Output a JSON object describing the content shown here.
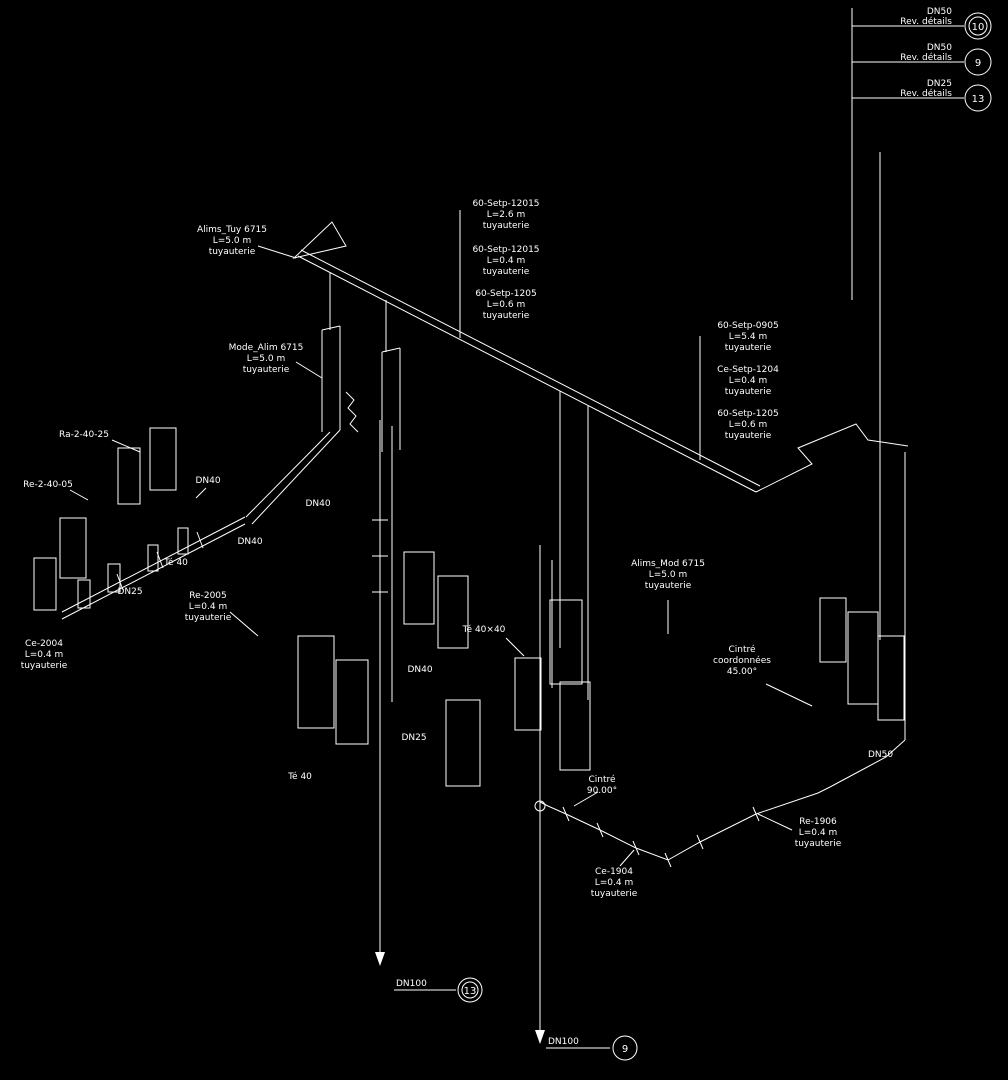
{
  "diagram": {
    "type": "isometric-piping-drawing",
    "background_color": "#000000",
    "line_color": "#ffffff",
    "callouts_top": [
      {
        "label_lines": [
          "DN50",
          "Rev. détails"
        ],
        "number": "10"
      },
      {
        "label_lines": [
          "DN50",
          "Rev. détails"
        ],
        "number": "9"
      },
      {
        "label_lines": [
          "DN25",
          "Rev. détails"
        ],
        "number": "13"
      }
    ],
    "callouts_bottom": [
      {
        "label": "DN100",
        "number": "13"
      },
      {
        "label": "DN100",
        "number": "9"
      }
    ],
    "labels": [
      {
        "id": "alims_tuy",
        "lines": [
          "Alims_Tuy 6715",
          "L=5.0 m",
          "tuyauterie"
        ]
      },
      {
        "id": "stack1a",
        "lines": [
          "60-Setp-12015",
          "L=2.6 m",
          "tuyauterie"
        ]
      },
      {
        "id": "stack1b",
        "lines": [
          "60-Setp-12015",
          "L=0.4 m",
          "tuyauterie"
        ]
      },
      {
        "id": "stack1c",
        "lines": [
          "60-Setp-1205",
          "L=0.6 m",
          "tuyauterie"
        ]
      },
      {
        "id": "mode_alim",
        "lines": [
          "Mode_Alim 6715",
          "L=5.0 m",
          "tuyauterie"
        ]
      },
      {
        "id": "stack2a",
        "lines": [
          "60-Setp-0905",
          "L=5.4 m",
          "tuyauterie"
        ]
      },
      {
        "id": "stack2b",
        "lines": [
          "Ce-Setp-1204",
          "L=0.4 m",
          "tuyauterie"
        ]
      },
      {
        "id": "stack2c",
        "lines": [
          "60-Setp-1205",
          "L=0.6 m",
          "tuyauterie"
        ]
      },
      {
        "id": "alims_mod",
        "lines": [
          "Alims_Mod 6715",
          "L=5.0 m",
          "tuyauterie"
        ]
      },
      {
        "id": "cintre45",
        "lines": [
          "Cintré",
          "coordonnées",
          "45.00°"
        ]
      },
      {
        "id": "ra_tag",
        "lines": [
          "Ra-2-40-25"
        ]
      },
      {
        "id": "re_tag",
        "lines": [
          "Re-2-40-05"
        ]
      },
      {
        "id": "dn40_a",
        "lines": [
          "DN40"
        ]
      },
      {
        "id": "dn40_b",
        "lines": [
          "DN40"
        ]
      },
      {
        "id": "te40_a",
        "lines": [
          "Té 40"
        ]
      },
      {
        "id": "dn25_a",
        "lines": [
          "DN25"
        ]
      },
      {
        "id": "re2005",
        "lines": [
          "Re-2005",
          "L=0.4 m",
          "tuyauterie"
        ]
      },
      {
        "id": "ce2004",
        "lines": [
          "Ce-2004",
          "L=0.4 m",
          "tuyauterie"
        ]
      },
      {
        "id": "dn40_c",
        "lines": [
          "DN40"
        ]
      },
      {
        "id": "te4040",
        "lines": [
          "Té 40×40"
        ]
      },
      {
        "id": "dn40_d",
        "lines": [
          "DN40"
        ]
      },
      {
        "id": "dn25_b",
        "lines": [
          "DN25"
        ]
      },
      {
        "id": "te40_b",
        "lines": [
          "Té 40"
        ]
      },
      {
        "id": "cintre90",
        "lines": [
          "Cintré",
          "90.00°"
        ]
      },
      {
        "id": "dn50_pipe",
        "lines": [
          "DN50"
        ]
      },
      {
        "id": "re1906",
        "lines": [
          "Re-1906",
          "L=0.4 m",
          "tuyauterie"
        ]
      },
      {
        "id": "ce1904",
        "lines": [
          "Ce-1904",
          "L=0.4 m",
          "tuyauterie"
        ]
      }
    ]
  }
}
